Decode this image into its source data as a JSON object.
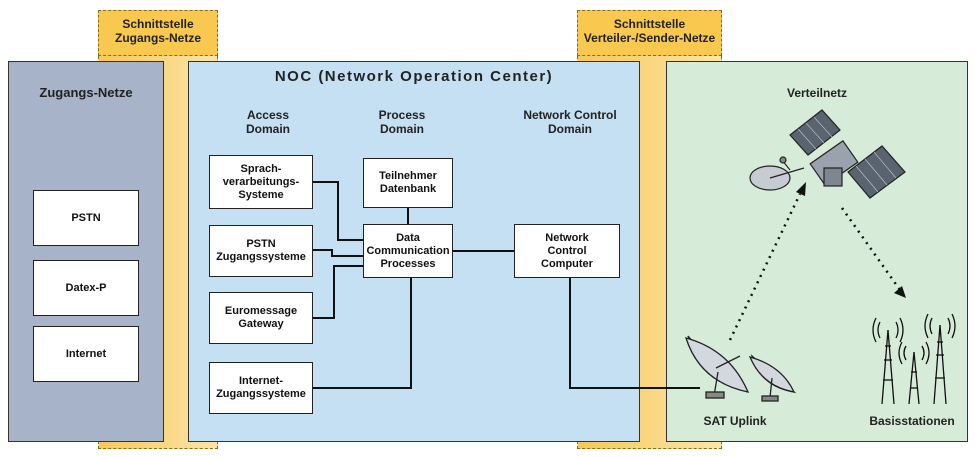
{
  "interfaces": {
    "access": {
      "line1": "Schnittstelle",
      "line2": "Zugangs-Netze"
    },
    "distribution": {
      "line1": "Schnittstelle",
      "line2": "Verteiler-/Sender-Netze"
    }
  },
  "left_panel": {
    "title": "Zugangs-Netze",
    "items": [
      "PSTN",
      "Datex-P",
      "Internet"
    ]
  },
  "noc": {
    "title": "NOC (Network Operation Center)",
    "domains": {
      "access": {
        "line1": "Access",
        "line2": "Domain"
      },
      "process": {
        "line1": "Process",
        "line2": "Domain"
      },
      "network_control": {
        "line1": "Network Control",
        "line2": "Domain"
      }
    },
    "access_boxes": [
      {
        "lines": [
          "Sprach-",
          "verarbeitungs-",
          "Systeme"
        ]
      },
      {
        "lines": [
          "PSTN",
          "Zugangssysteme"
        ]
      },
      {
        "lines": [
          "Euromessage",
          "Gateway"
        ]
      },
      {
        "lines": [
          "Internet-",
          "Zugangssysteme"
        ]
      }
    ],
    "subscriber_db": {
      "lines": [
        "Teilnehmer",
        "Datenbank"
      ]
    },
    "dcp": {
      "lines": [
        "Data",
        "Communication",
        "Processes"
      ]
    },
    "ncc": {
      "lines": [
        "Network",
        "Control",
        "Computer"
      ]
    }
  },
  "right_panel": {
    "title": "Verteilnetz",
    "sat_uplink": "SAT Uplink",
    "base_stations": "Basisstationen"
  },
  "colors": {
    "interface": "#f9c94f",
    "left_panel": "#a7b3c9",
    "noc_panel": "#c5e0f2",
    "right_panel": "#d7ebd9"
  }
}
